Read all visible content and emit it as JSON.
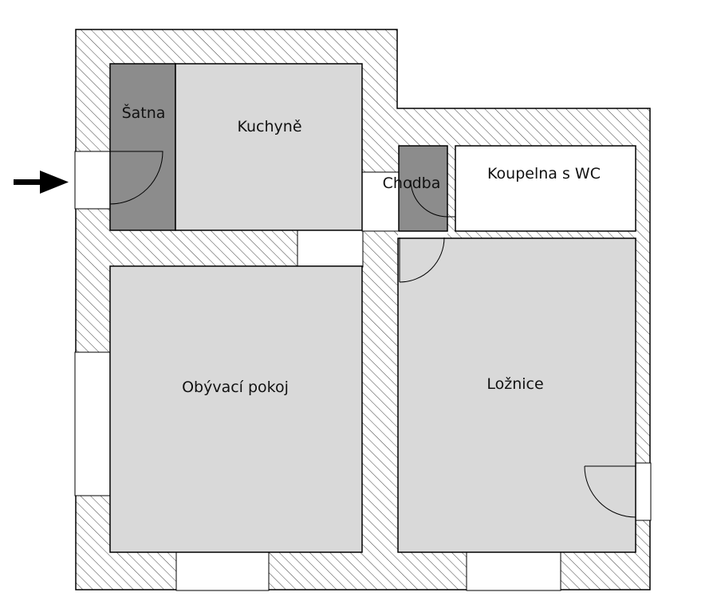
{
  "rooms": {
    "satna": {
      "label": "Šatna"
    },
    "kuchyne": {
      "label": "Kuchyně"
    },
    "chodba": {
      "label": "Chodba"
    },
    "koupelna": {
      "label": "Koupelna s WC"
    },
    "obyvaci": {
      "label": "Obývací pokoj"
    },
    "loznice": {
      "label": "Ložnice"
    }
  },
  "colors": {
    "room_fill": "#d9d9d9",
    "dark_room_fill": "#8c8c8c",
    "wall_hatch": "#444444",
    "outline": "#000000",
    "bathroom_fill": "#ffffff"
  },
  "entrance": {
    "icon": "arrow-right-icon"
  }
}
